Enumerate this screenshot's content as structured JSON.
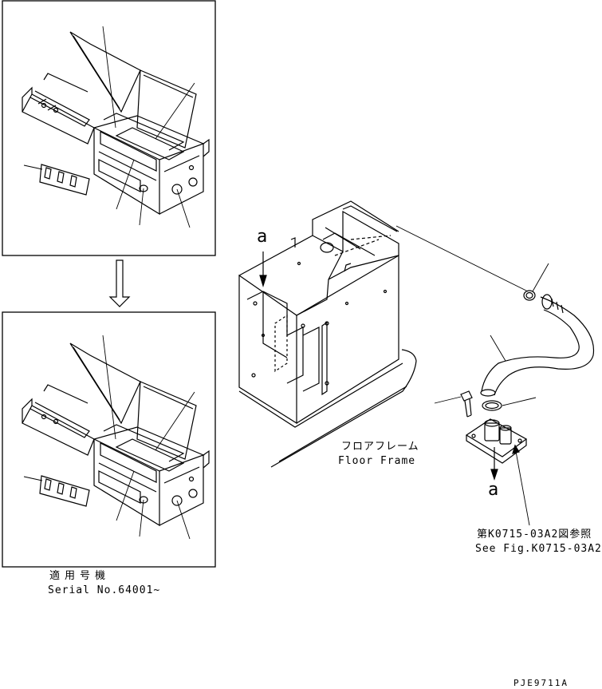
{
  "labels": {
    "arrow_mark_top": "a",
    "arrow_mark_bottom": "a",
    "floor_frame_jp": "フロアフレーム",
    "floor_frame_en": "Floor Frame",
    "ref_jp": "第K0715-03A2図参照",
    "ref_en": "See Fig.K0715-03A2",
    "serial_jp": "適用号機",
    "serial_en": "Serial No.64001~",
    "drawing_id": "PJE9711A"
  }
}
